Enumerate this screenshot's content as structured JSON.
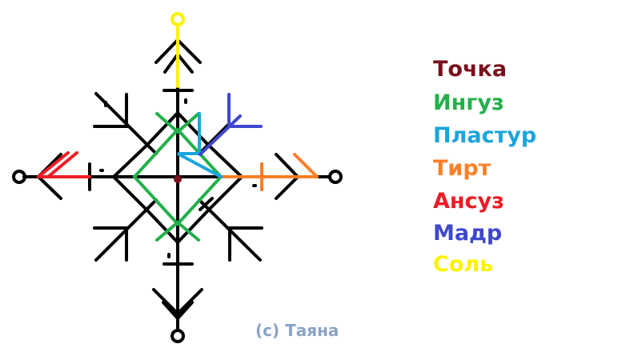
{
  "legend": [
    {
      "label": "Точка",
      "color": "#7a0f1c"
    },
    {
      "label": "Ингуз",
      "color": "#23b04a"
    },
    {
      "label": "Пластур",
      "color": "#1ba5dd"
    },
    {
      "label": "Тирт",
      "color": "#ff7f27"
    },
    {
      "label": "Ансуз",
      "color": "#ec1c24"
    },
    {
      "label": "Мадр",
      "color": "#3f48cc"
    },
    {
      "label": "Соль",
      "color": "#fff200"
    }
  ],
  "copyright": "(c) Таяна",
  "stroke_color": "#000000"
}
